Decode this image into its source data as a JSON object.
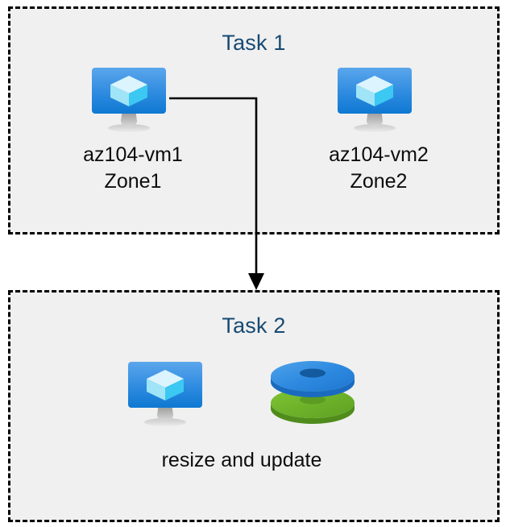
{
  "diagram": {
    "title_color": "#174A73",
    "group_fill": "#F0F0F0",
    "group_border_color": "#000000",
    "connector_color": "#000000",
    "groups": [
      {
        "id": "task1",
        "label": "Task 1",
        "nodes": [
          {
            "id": "vm1",
            "icon": "azure-virtual-machine-icon",
            "label_line1": "az104-vm1",
            "label_line2": "Zone1"
          },
          {
            "id": "vm2",
            "icon": "azure-virtual-machine-icon",
            "label_line1": "az104-vm2",
            "label_line2": "Zone2"
          }
        ]
      },
      {
        "id": "task2",
        "label": "Task 2",
        "nodes": [
          {
            "id": "vm3",
            "icon": "azure-virtual-machine-icon"
          },
          {
            "id": "disks",
            "icon": "azure-disks-icon"
          }
        ],
        "caption": "resize and update"
      }
    ],
    "connector": {
      "from": "vm1",
      "to": "task2",
      "arrow": "down-arrow-icon"
    },
    "icon_colors": {
      "vm_screen_top": "#50A0E8",
      "vm_screen_bottom": "#0F7BD4",
      "vm_cube_light": "#D6F3FC",
      "vm_cube_mid": "#8FE0F6",
      "vm_cube_dark": "#32C5F0",
      "vm_stand": "#A0A0A0",
      "disk_blue_top": "#3793E0",
      "disk_blue_side": "#1C73C4",
      "disk_green_top": "#73B92B",
      "disk_green_side": "#56941F"
    }
  }
}
